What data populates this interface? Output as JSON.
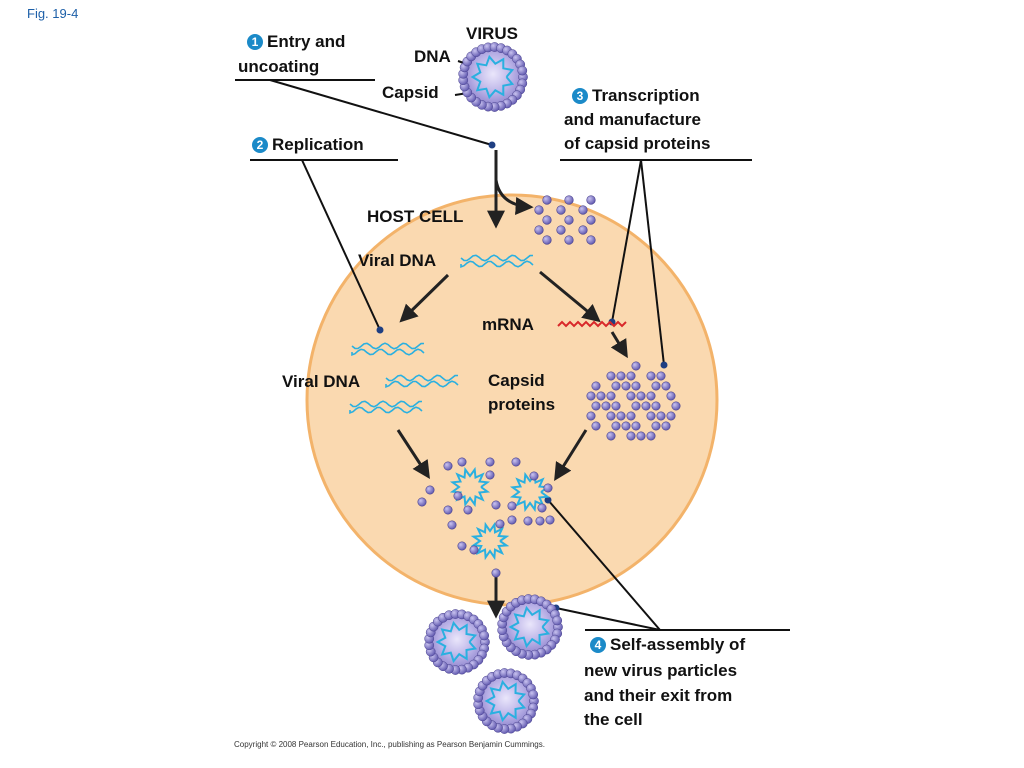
{
  "figure_label": "Fig. 19-4",
  "labels": {
    "virus": "VIRUS",
    "dna": "DNA",
    "capsid": "Capsid",
    "host_cell": "HOST CELL",
    "viral_dna_top": "Viral DNA",
    "viral_dna_left": "Viral DNA",
    "mrna": "mRNA",
    "capsid_proteins_1": "Capsid",
    "capsid_proteins_2": "proteins"
  },
  "steps": [
    {
      "number": "1",
      "lines": [
        "Entry and",
        "uncoating"
      ]
    },
    {
      "number": "2",
      "lines": [
        "Replication"
      ]
    },
    {
      "number": "3",
      "lines": [
        "Transcription",
        "and manufacture",
        "of capsid proteins"
      ]
    },
    {
      "number": "4",
      "lines": [
        "Self-assembly of",
        "new virus particles",
        "and their exit from",
        "the cell"
      ]
    }
  ],
  "copyright": "Copyright © 2008 Pearson Education, Inc., publishing as Pearson Benjamin Cummings.",
  "colors": {
    "cell_fill": "#fad9b0",
    "cell_border": "#f3b36a",
    "capsid_protein": "#7b72c4",
    "viral_dna": "#2ab0e0",
    "mrna": "#d8282a",
    "step_badge": "#1b8ac8"
  }
}
